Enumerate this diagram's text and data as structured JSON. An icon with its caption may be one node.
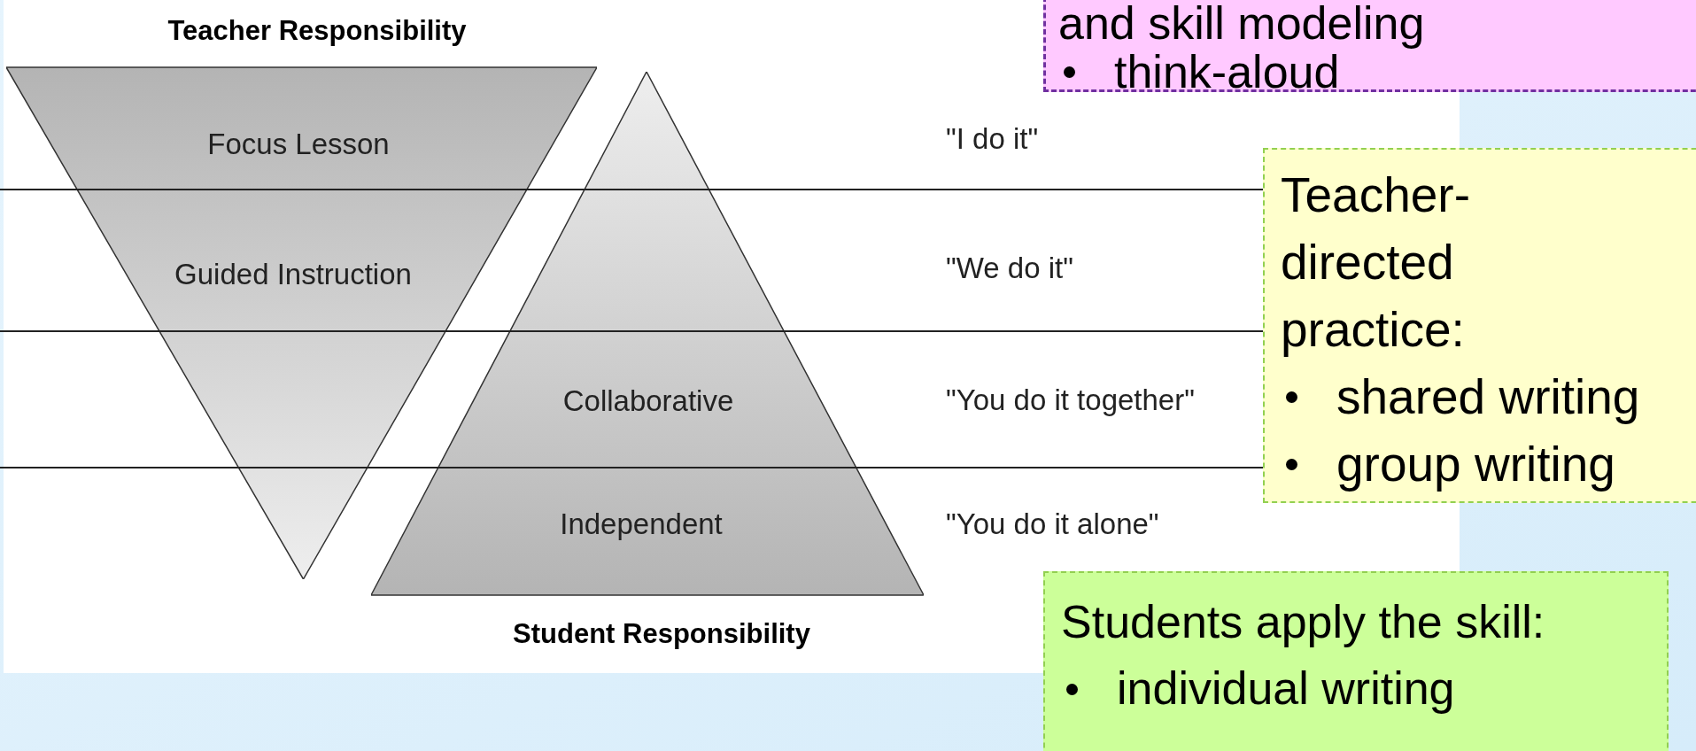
{
  "diagram": {
    "nodes": [
      {
        "text": [
          "Teacher Responsibility",
          "Focus Lesson",
          "Guided Instruction"
        ]
      },
      {
        "text": [
          "Collaborative",
          "Independent",
          "Student Responsibility"
        ]
      },
      {
        "text": [
          "and skill modeling",
          "think-aloud"
        ]
      },
      {
        "text": [
          "Teacher-directed practice:",
          "shared writing",
          "group writing"
        ]
      },
      {
        "text": [
          "Students apply the skill:",
          "individual writing"
        ]
      }
    ],
    "labels": [
      "\"I do it\"",
      "\"We do it\"",
      "\"You do it together\"",
      "\"You do it alone\""
    ]
  }
}
